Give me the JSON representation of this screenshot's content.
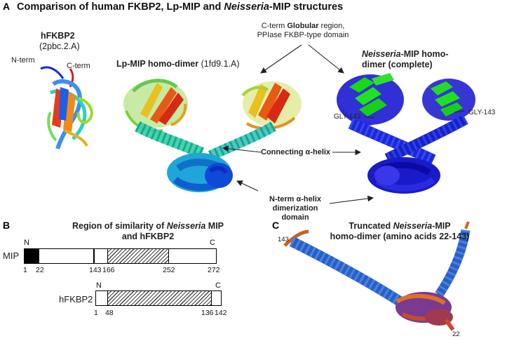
{
  "panel_a": {
    "letter": "A",
    "title_prefix": "Comparison of human FKBP2, Lp-MIP and ",
    "title_italic": "Neisseria",
    "title_suffix": "-MIP structures",
    "hfkbp2_name": "hFKBP2",
    "hfkbp2_pdb": "(2pbc.2.A)",
    "nterm": "N-term",
    "cterm": "C-term",
    "lpmip_name": "Lp-MIP homo-dimer",
    "lpmip_pdb": "(1fd9.1.A)",
    "cterm_domain_line1_prefix": "C-term ",
    "cterm_domain_line1_bold": "Globular",
    "cterm_domain_line1_suffix": " region,",
    "cterm_domain_line2": "PPIase FKBP-type domain",
    "neisseria_italic": "Neisseria",
    "neisseria_line1_suffix": "-MIP homo-",
    "neisseria_line2": "dimer (complete)",
    "gly_left": "GLY-143",
    "gly_right": "GLY-143",
    "connecting_helix": "Connecting α-helix",
    "nterm_helix_line1": "N-term α-helix",
    "nterm_helix_line2": "dimerization",
    "nterm_helix_line3": "domain"
  },
  "panel_b": {
    "letter": "B",
    "title_line1_prefix": "Region of similarity of ",
    "title_italic": "Neisseria",
    "title_line1_suffix": " MIP",
    "title_line2": "and hFKBP2",
    "mip_label": "MIP",
    "mip_n": "N",
    "mip_c": "C",
    "mip_ticks": [
      "1",
      "22",
      "143",
      "166",
      "252",
      "272"
    ],
    "hfkbp2_label": "hFKBP2",
    "hfkbp2_n": "N",
    "hfkbp2_c": "C",
    "hfkbp2_ticks": [
      "1",
      "48",
      "136",
      "142"
    ]
  },
  "panel_c": {
    "letter": "C",
    "title_line1_prefix": "Truncated ",
    "title_italic": "Neisseria",
    "title_line1_suffix": "-MIP",
    "title_line2": "homo-dimer (amino acids 22-143)",
    "label_143": "143",
    "label_22": "22"
  }
}
